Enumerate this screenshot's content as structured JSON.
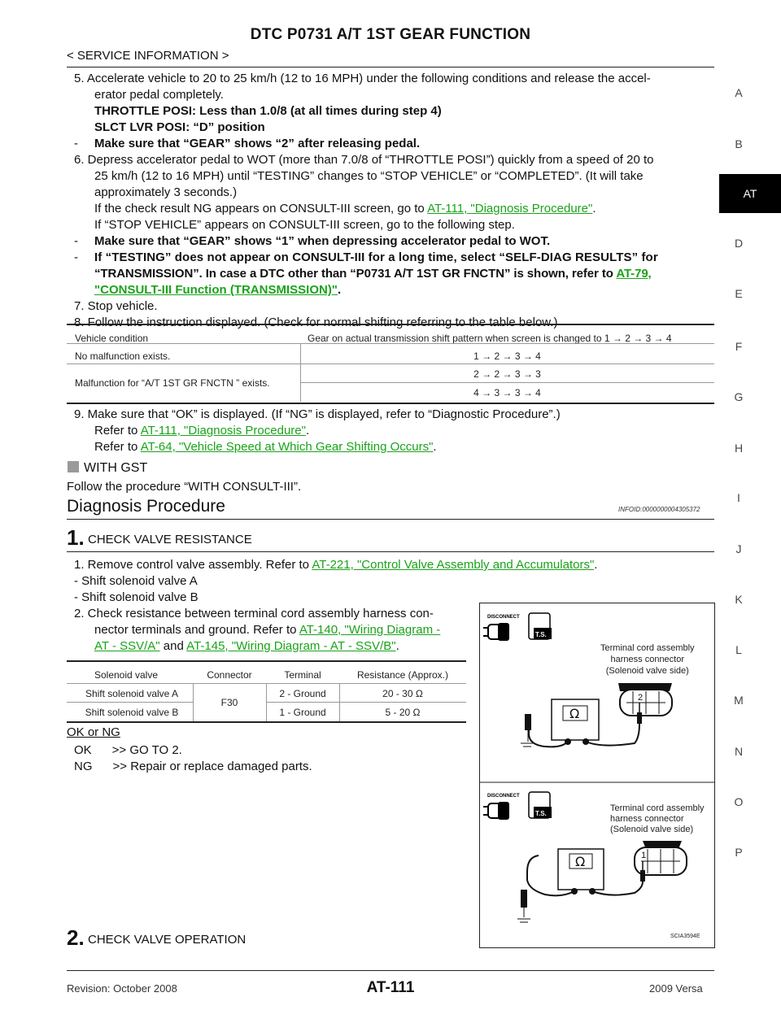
{
  "header": {
    "title": "DTC P0731 A/T 1ST GEAR FUNCTION",
    "section": "< SERVICE INFORMATION >"
  },
  "side_index": {
    "letters": [
      "A",
      "B",
      "AT",
      "D",
      "E",
      "F",
      "G",
      "H",
      "I",
      "J",
      "K",
      "L",
      "M",
      "N",
      "O",
      "P"
    ],
    "active": "AT"
  },
  "steps1": {
    "s5_a": "5.  Accelerate vehicle to 20 to 25 km/h (12 to 16 MPH) under the following conditions and release the accel-",
    "s5_b": "erator pedal completely.",
    "s5_c": "THROTTLE POSI: Less than 1.0/8 (at all times during step 4)",
    "s5_d": "SLCT LVR POSI: “D” position",
    "s5_e_dash": "-",
    "s5_e": "Make sure that “GEAR” shows “2” after releasing pedal.",
    "s6_a": "6.  Depress accelerator pedal to WOT (more than 7.0/8 of “THROTTLE POSI”) quickly from a speed of 20 to",
    "s6_b": "25 km/h (12 to 16 MPH) until “TESTING” changes to “STOP VEHICLE” or “COMPLETED”. (It will take",
    "s6_c": "approximately 3 seconds.)",
    "s6_d_pre": "If the check result NG appears on CONSULT-III screen, go to ",
    "s6_d_link": "AT-111, \"Diagnosis Procedure\"",
    "s6_d_post": ".",
    "s6_e": "If “STOP VEHICLE” appears on CONSULT-III screen, go to the following step.",
    "s6_f_dash": "-",
    "s6_f": "Make sure that “GEAR” shows “1” when depressing accelerator pedal to WOT.",
    "s6_g_dash": "-",
    "s6_g": "If “TESTING” does not appear on CONSULT-III for a long time, select “SELF-DIAG RESULTS” for",
    "s6_h_pre": "“TRANSMISSION”. In case a DTC other than “P0731 A/T 1ST GR FNCTN” is shown, refer to ",
    "s6_h_link": "AT-79,",
    "s6_i_link": "\"CONSULT-III Function (TRANSMISSION)\"",
    "s6_i_post": ".",
    "s7": "7.  Stop vehicle.",
    "s8": "8.  Follow the instruction displayed. (Check for normal shifting referring to the table below.)"
  },
  "shift_table": {
    "headers": [
      "Vehicle condition",
      "Gear on actual transmission shift pattern when screen is changed to 1 → 2 → 3 → 4"
    ],
    "row1": [
      "No malfunction exists.",
      "1 → 2 → 3 → 4"
    ],
    "row2_label": "Malfunction for “A/T 1ST GR FNCTN ” exists.",
    "row2_values": [
      "2 → 2 → 3 → 3",
      "4 → 3 → 3 → 4"
    ]
  },
  "steps2": {
    "s9": "9.  Make sure that “OK” is displayed. (If “NG” is displayed, refer to “Diagnostic Procedure”.)",
    "ref1_pre": "Refer to ",
    "ref1_link": "AT-111, \"Diagnosis Procedure\"",
    "ref1_post": ".",
    "ref2_pre": "Refer to ",
    "ref2_link": "AT-64, \"Vehicle Speed at Which Gear Shifting Occurs\"",
    "ref2_post": "."
  },
  "gst": {
    "heading": "WITH GST",
    "text": "Follow the procedure “WITH CONSULT-III”."
  },
  "diag": {
    "heading": "Diagnosis Procedure",
    "infoid": "INFOID:0000000004305372"
  },
  "step1": {
    "num": "1.",
    "title": "CHECK VALVE RESISTANCE",
    "l1_pre": "1.  Remove control valve assembly. Refer to ",
    "l1_link": "AT-221, \"Control Valve Assembly and Accumulators\"",
    "l1_post": ".",
    "l2": "-   Shift solenoid valve A",
    "l3": "-   Shift solenoid valve B",
    "l4": "2.  Check resistance between terminal cord assembly harness con-",
    "l5_pre": "nector terminals and ground. Refer to ",
    "l5_link": "AT-140, \"Wiring Diagram -",
    "l6_link": "AT - SSV/A\"",
    "l6_mid": " and ",
    "l6_link2": "AT-145, \"Wiring Diagram - AT - SSV/B\"",
    "l6_post": "."
  },
  "res_table": {
    "headers": [
      "Solenoid valve",
      "Connector",
      "Terminal",
      "Resistance (Approx.)"
    ],
    "connector": "F30",
    "rows": [
      {
        "valve": "Shift solenoid valve A",
        "terminal": "2 - Ground",
        "resistance": "20 - 30 Ω"
      },
      {
        "valve": "Shift solenoid valve B",
        "terminal": "1 - Ground",
        "resistance": "5 - 20 Ω"
      }
    ]
  },
  "result": {
    "label": "OK or NG",
    "ok": "OK      >> GO TO 2.",
    "ng": "NG      >> Repair or replace damaged parts."
  },
  "figure": {
    "top_label": [
      "Terminal cord assembly",
      "harness connector",
      "(Solenoid valve side)"
    ],
    "top_terminal": "2",
    "bottom_label": [
      "Terminal cord assembly",
      "harness connector",
      "(Solenoid valve side)"
    ],
    "bottom_terminal": "1",
    "ohm": "Ω",
    "badge_disconnect": "DISCONNECT",
    "badge_ts": "T.S.",
    "code": "SCIA3594E"
  },
  "step2": {
    "num": "2.",
    "title": "CHECK VALVE OPERATION"
  },
  "footer": {
    "revision": "Revision: October 2008",
    "page": "AT-111",
    "model": "2009 Versa"
  }
}
